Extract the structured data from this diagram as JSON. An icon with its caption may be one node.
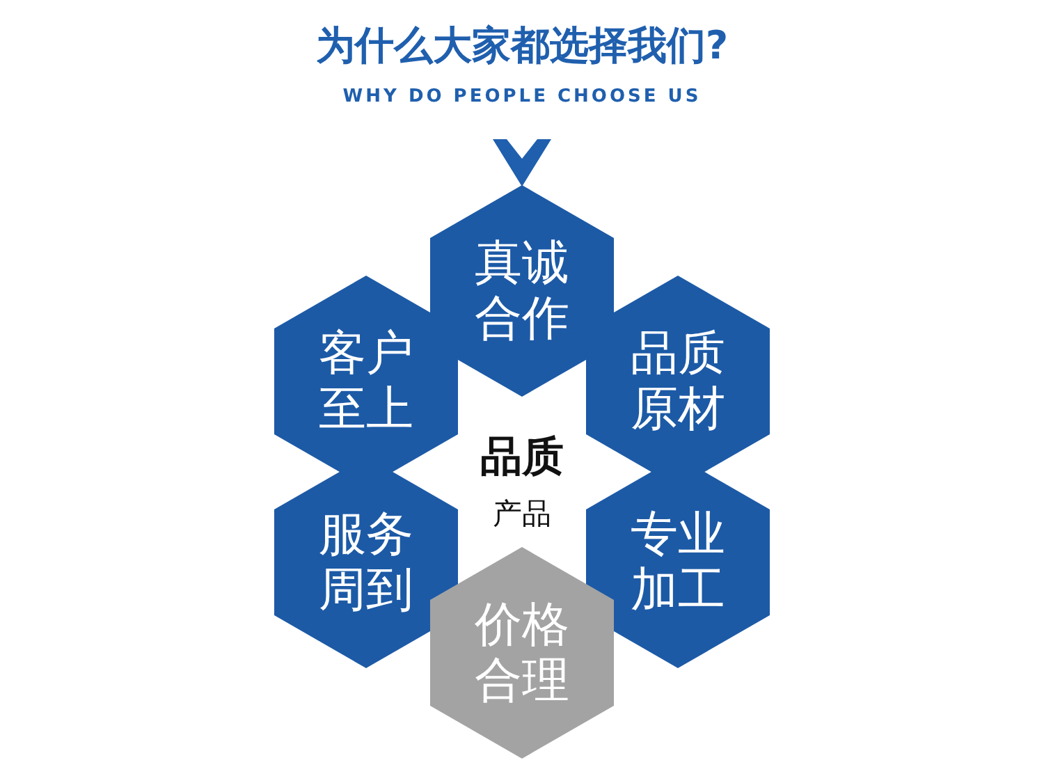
{
  "diagram": {
    "title": "为什么大家都选择我们?",
    "nodes": [
      {
        "text": [
          "真诚合作"
        ]
      },
      {
        "text": [
          "客户至上"
        ]
      },
      {
        "text": [
          "品质原材"
        ]
      },
      {
        "text": [
          "服务周到"
        ]
      },
      {
        "text": [
          "专业加工"
        ]
      },
      {
        "text": [
          "价格合理"
        ]
      }
    ],
    "edges": [],
    "labels": [
      "WHY DO PEOPLE CHOOSE US",
      "品质",
      "产品"
    ]
  }
}
